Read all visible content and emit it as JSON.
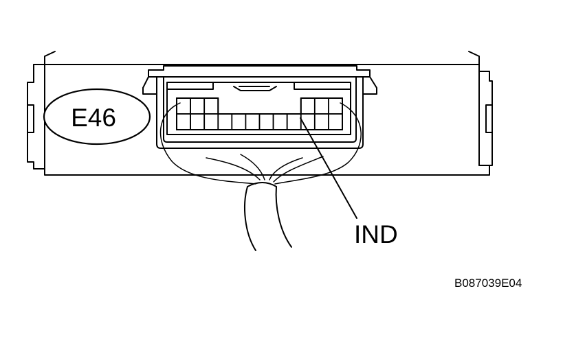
{
  "connector_label": "E46",
  "pin_label": "IND",
  "figure_code": "B087039E04",
  "pins": {
    "rows": 2,
    "columns": 12
  }
}
